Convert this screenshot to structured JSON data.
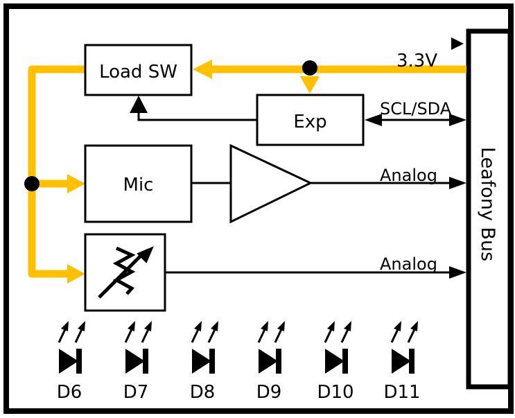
{
  "colors": {
    "power": "#FFC000",
    "line": "#000000",
    "background": "#FFFFFF"
  },
  "blocks": {
    "load_sw": "Load SW",
    "exp": "Exp",
    "mic": "Mic",
    "sensor_icon": "variable-resistor-icon",
    "amplifier_icon": "amplifier-triangle-icon"
  },
  "signals": {
    "power": "3.3V",
    "i2c": "SCL/SDA",
    "analog_mic": "Analog",
    "analog_sensor": "Analog"
  },
  "bus": {
    "label": "Leafony Bus"
  },
  "leds": [
    {
      "label": "D6"
    },
    {
      "label": "D7"
    },
    {
      "label": "D8"
    },
    {
      "label": "D9"
    },
    {
      "label": "D10"
    },
    {
      "label": "D11"
    }
  ]
}
